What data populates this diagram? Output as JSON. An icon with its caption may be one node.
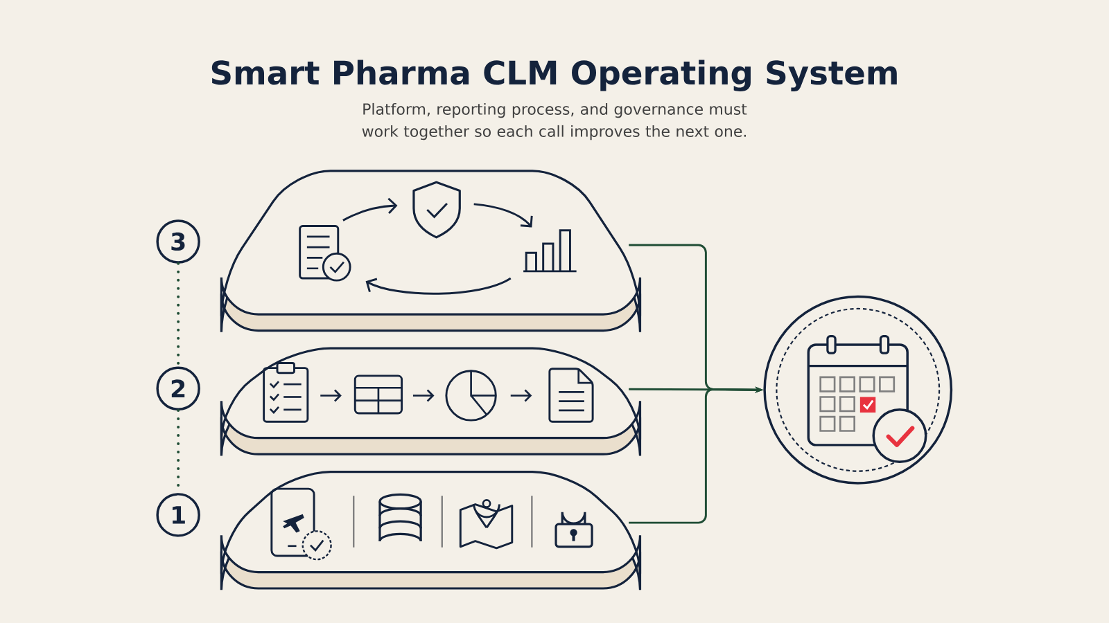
{
  "diagram": {
    "title": "Smart Pharma CLM Operating System",
    "caption": "Platform, reporting process, and governance must work together so each call improves the next one.",
    "nodes": [
      {
        "text": [
          "3"
        ]
      },
      {
        "text": [],
        "shape": "box"
      },
      {
        "text": [
          "2"
        ]
      },
      {
        "text": [],
        "shape": "box"
      },
      {
        "text": [
          "1"
        ]
      },
      {
        "text": [],
        "shape": "box"
      },
      {
        "text": [],
        "shape": "circle"
      }
    ],
    "edges": [
      {
        "from": 1,
        "to": 6,
        "arrow": "to"
      },
      {
        "from": 3,
        "to": 6,
        "arrow": "to"
      },
      {
        "from": 5,
        "to": 6,
        "arrow": "to"
      },
      {
        "from": 0,
        "to": 2,
        "arrow": "none",
        "style": "dashed"
      },
      {
        "from": 2,
        "to": 4,
        "arrow": "none",
        "style": "dashed"
      }
    ]
  }
}
